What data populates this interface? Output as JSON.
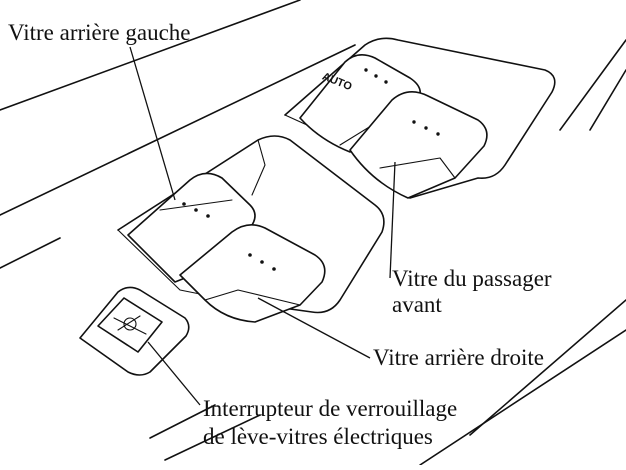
{
  "labels": {
    "rear_left": "Vitre arrière gauche",
    "passenger_front_1": "Vitre du passager",
    "passenger_front_2": "avant",
    "rear_right": "Vitre arrière droite",
    "lock_switch_1": "Interrupteur de verrouillage",
    "lock_switch_2": "de lève-vitres électriques"
  },
  "switch_text": {
    "auto": "AUTO"
  }
}
